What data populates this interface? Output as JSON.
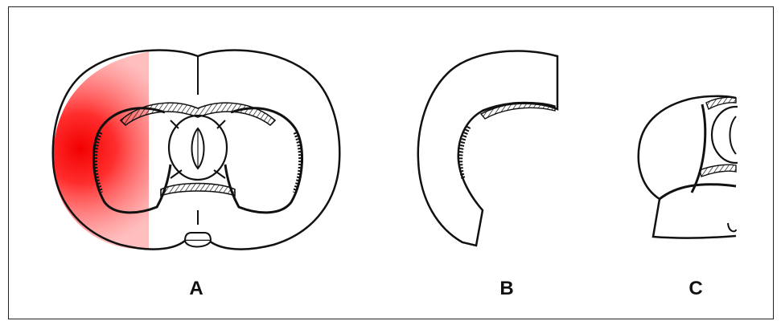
{
  "figure": {
    "panels": [
      {
        "label": "A",
        "description_free": true,
        "highlight": true
      },
      {
        "label": "B"
      },
      {
        "label": "C"
      }
    ],
    "colors": {
      "outline": "#111111",
      "highlight": "#ff0000",
      "background": "#ffffff",
      "border": "#222222"
    }
  }
}
